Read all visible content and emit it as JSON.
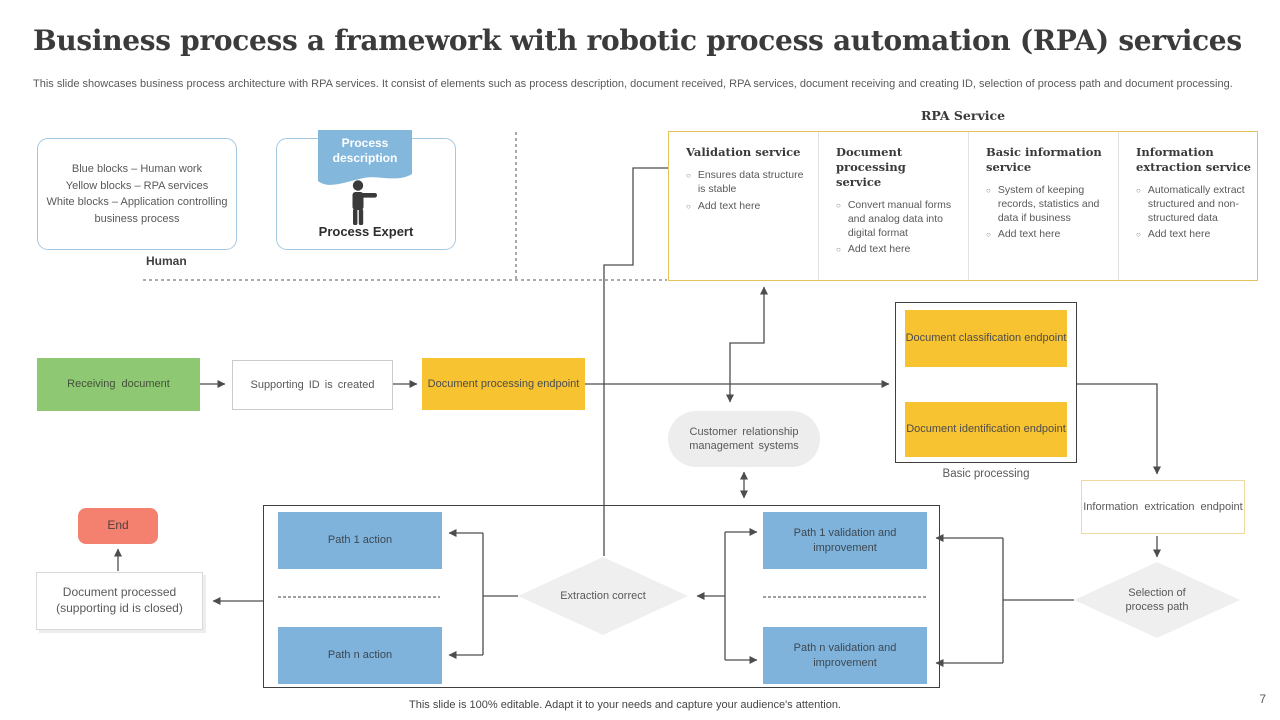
{
  "slide": {
    "title": "Business process a framework with robotic process automation (RPA) services",
    "subtitle": "This slide showcases business process architecture with RPA services. It consist of elements such as process description, document received, RPA services, document receiving and creating ID, selection of process path and document processing.",
    "footer": "This slide is 100% editable. Adapt it to your needs and capture your audience's attention.",
    "page_number": "7"
  },
  "legend": {
    "lines": [
      "Blue blocks – Human work",
      "Yellow blocks – RPA services",
      "White blocks – Application controlling business process"
    ]
  },
  "process_expert": {
    "flag_label": "Process description",
    "name": "Process Expert"
  },
  "zones": {
    "human_label": "Human"
  },
  "rpa_service": {
    "title": "RPA Service",
    "bullet_char": "○",
    "columns": [
      {
        "heading": "Validation service",
        "bullets": [
          "Ensures data structure is stable",
          "Add text here"
        ]
      },
      {
        "heading": "Document processing service",
        "bullets": [
          "Convert manual forms and analog data into digital format",
          "Add text here"
        ]
      },
      {
        "heading": "Basic information service",
        "bullets": [
          "System of keeping records, statistics and data if business",
          "Add text here"
        ]
      },
      {
        "heading": "Information extraction service",
        "bullets": [
          "Automatically extract structured and non-structured data",
          "Add text here"
        ]
      }
    ]
  },
  "flow": {
    "receiving_document": "Receiving document",
    "supporting_id": "Supporting ID is created",
    "doc_processing_endpoint": "Document processing endpoint",
    "crm": "Customer relationship management systems",
    "doc_classification": "Document classification endpoint",
    "doc_identification": "Document identification endpoint",
    "basic_processing_label": "Basic processing",
    "info_extrication": "Information extrication endpoint",
    "selection_diamond": "Selection of process path",
    "path1_validation": "Path 1 validation and improvement",
    "pathn_validation": "Path n validation and improvement",
    "extraction_diamond": "Extraction correct",
    "path1_action": "Path 1 action",
    "pathn_action": "Path n action",
    "end": "End",
    "doc_processed": "Document processed (supporting id is closed)"
  },
  "colors": {
    "green": "#8FC873",
    "yellow": "#F7C331",
    "blue": "#7FB3DB",
    "salmon": "#F4806F",
    "flagblue": "#83B7DC",
    "rpaborder": "#E3C45C",
    "cardborder": "#A5C8E1",
    "shapegray": "#EFEFEF",
    "line": "#4D4D4D",
    "borderdark": "#3F3F3F",
    "whiteborder": "#CBCBCB",
    "infoborder": "#EFD9A2"
  }
}
